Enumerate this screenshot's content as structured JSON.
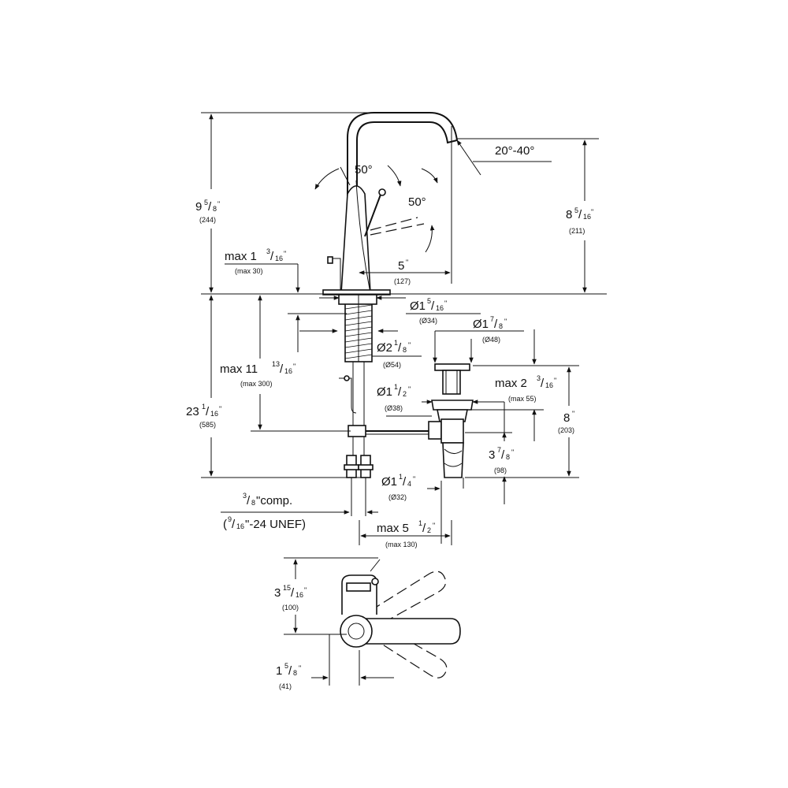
{
  "labels": {
    "height_total": {
      "main": "9",
      "num": "5",
      "den": "8",
      "unit": "\"",
      "mm": "(244)"
    },
    "spout_height": {
      "main": "8",
      "num": "5",
      "den": "16",
      "unit": "\"",
      "mm": "(211)"
    },
    "tilt_angle": "20°-40°",
    "handle_angle_1": "50°",
    "handle_angle_2": "50°",
    "max_deck": {
      "main": "max 1",
      "num": "3",
      "den": "16",
      "unit": "\"",
      "mm": "(max 30)"
    },
    "spout_reach": {
      "main": "5",
      "unit": "\"",
      "mm": "(127)"
    },
    "shank_dia": {
      "main": "Ø1",
      "num": "5",
      "den": "16",
      "unit": "\"",
      "mm": "(Ø34)"
    },
    "drain_top_dia": {
      "main": "Ø1",
      "num": "7",
      "den": "8",
      "unit": "\"",
      "mm": "(Ø48)"
    },
    "hole_dia": {
      "main": "Ø2",
      "num": "1",
      "den": "8",
      "unit": "\"",
      "mm": "(Ø54)"
    },
    "max_depth": {
      "main": "max 11",
      "num": "13",
      "den": "16",
      "unit": "\"",
      "mm": "(max 300)"
    },
    "total_height": {
      "main": "23",
      "num": "1",
      "den": "16",
      "unit": "\"",
      "mm": "(585)"
    },
    "drain_body_dia": {
      "main": "Ø1",
      "num": "1",
      "den": "2",
      "unit": "\"",
      "mm": "(Ø38)"
    },
    "max_drain": {
      "main": "max 2",
      "num": "3",
      "den": "16",
      "unit": "\"",
      "mm": "(max 55)"
    },
    "drain_height": {
      "main": "8",
      "unit": "\"",
      "mm": "(203)"
    },
    "drain_offset": {
      "main": "3",
      "num": "7",
      "den": "8",
      "unit": "\"",
      "mm": "(98)"
    },
    "tail_dia": {
      "main": "Ø1",
      "num": "1",
      "den": "4",
      "unit": "\"",
      "mm": "(Ø32)"
    },
    "comp": {
      "num": "3",
      "den": "8",
      "text": "\"comp."
    },
    "thread": {
      "open": "(",
      "num": "9",
      "den": "16",
      "text": "\"-24 UNEF)"
    },
    "max_reach": {
      "main": "max 5",
      "num": "1",
      "den": "2",
      "unit": "\"",
      "mm": "(max 130)"
    },
    "top_depth": {
      "main": "3",
      "num": "15",
      "den": "16",
      "unit": "\"",
      "mm": "(100)"
    },
    "lever_offset": {
      "main": "1",
      "num": "5",
      "den": "8",
      "unit": "\"",
      "mm": "(41)"
    }
  }
}
